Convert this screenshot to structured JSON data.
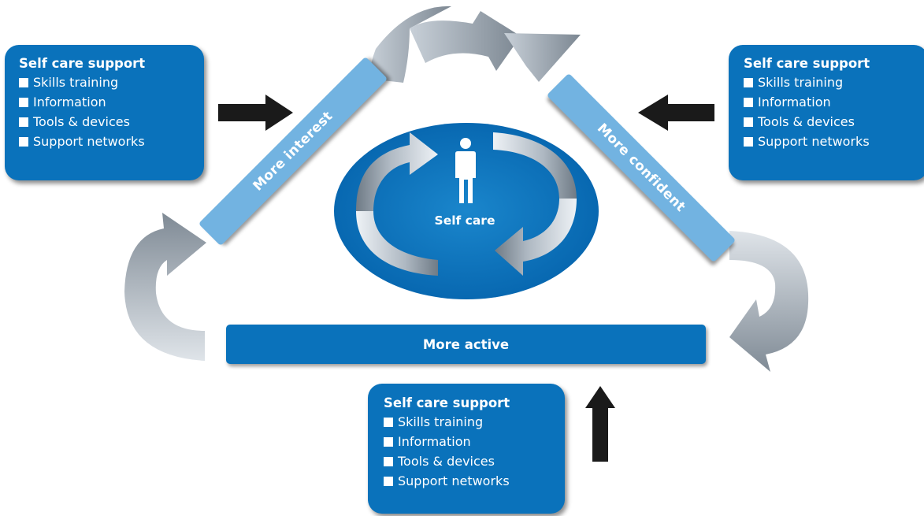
{
  "support_boxes": [
    {
      "title": "Self care support",
      "items": [
        "Skills training",
        "Information",
        "Tools & devices",
        "Support networks"
      ]
    },
    {
      "title": "Self care support",
      "items": [
        "Skills training",
        "Information",
        "Tools & devices",
        "Support networks"
      ]
    },
    {
      "title": "Self care support",
      "items": [
        "Skills training",
        "Information",
        "Tools & devices",
        "Support networks"
      ]
    }
  ],
  "banners": {
    "interest": "More interest",
    "confident": "More confident",
    "active": "More active"
  },
  "center": {
    "label": "Self care",
    "icon": "person-icon"
  },
  "colors": {
    "box_blue": "#0a72bb",
    "banner_light_blue": "#72b3e1",
    "ellipse_blue": "#0a6fb8",
    "black_arrow": "#1a1a1a",
    "grey_arrow": "#8f9aa4"
  }
}
